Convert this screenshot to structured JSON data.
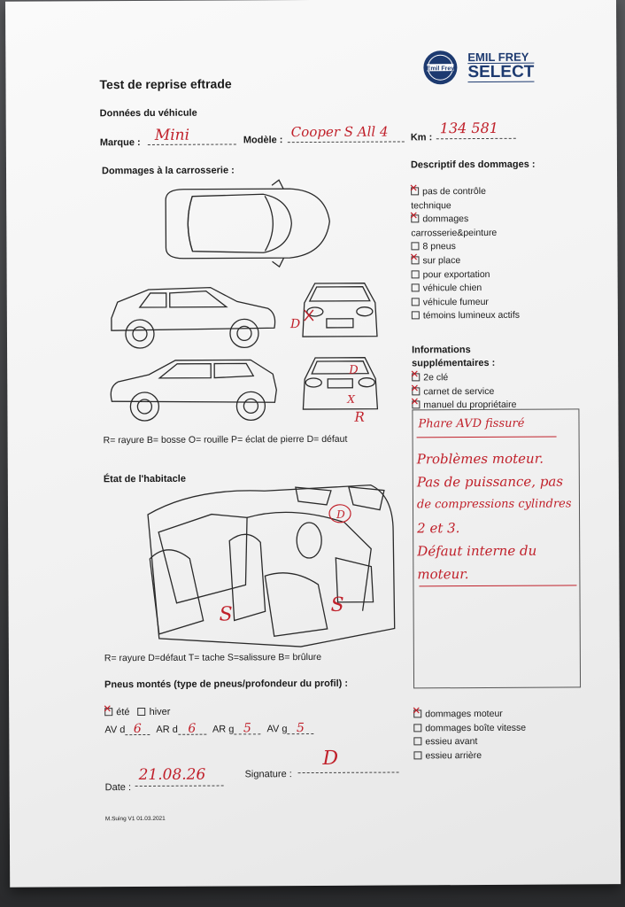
{
  "brand": {
    "circle_text": "Emil Frey",
    "name_line1": "EMIL FREY",
    "name_line2": "SELECT",
    "color": "#1d3a70"
  },
  "form": {
    "title": "Test de reprise eftrade",
    "vehicle_section": "Données du véhicule",
    "marque_label": "Marque :",
    "marque_value": "Mini",
    "modele_label": "Modèle :",
    "modele_value": "Cooper S All 4",
    "km_label": "Km :",
    "km_value": "134 581",
    "body_damage_title": "Dommages à la carrosserie :",
    "body_marks": {
      "front_d": "D",
      "rear_d": "D",
      "rear_x": "X",
      "rear_r": "R"
    },
    "body_legend": "R= rayure B= bosse O= rouille P= éclat de pierre D= défaut",
    "interior_title": "État de l'habitacle",
    "interior_marks": {
      "mark_d": "D",
      "mark_s1": "S",
      "mark_s2": "S"
    },
    "interior_legend": "R= rayure D=défaut T= tache S=salissure B= brûlure",
    "tires_title": "Pneus montés (type de pneus/profondeur du profil) :",
    "tire_summer": "été",
    "tire_winter": "hiver",
    "av_d_label": "AV d",
    "av_d_value": "6",
    "ar_d_label": "AR d",
    "ar_d_value": "6",
    "ar_g_label": "AR g",
    "ar_g_value": "5",
    "av_g_label": "AV g",
    "av_g_value": "5",
    "date_label": "Date :",
    "date_value": "21.08.26",
    "signature_label": "Signature :",
    "signature_value": "D",
    "footer": "M.Suing V1 01.03.2021"
  },
  "damage_desc": {
    "title": "Descriptif des dommages :",
    "items": [
      {
        "label": "pas de contrôle",
        "label2": "technique",
        "checked": true
      },
      {
        "label": "dommages",
        "label2": "carrosserie&peinture",
        "checked": true
      },
      {
        "label": "8 pneus",
        "label2": "",
        "checked": false
      },
      {
        "label": "sur place",
        "label2": "",
        "checked": true
      },
      {
        "label": "pour exportation",
        "label2": "",
        "checked": false
      },
      {
        "label": "véhicule chien",
        "label2": "",
        "checked": false
      },
      {
        "label": "véhicule fumeur",
        "label2": "",
        "checked": false
      },
      {
        "label": "témoins lumineux actifs",
        "label2": "",
        "checked": false
      }
    ]
  },
  "extra_info": {
    "title_line1": "Informations",
    "title_line2": "supplémentaires :",
    "items": [
      {
        "label": "2e clé",
        "checked": true
      },
      {
        "label": "carnet de service",
        "checked": true
      },
      {
        "label": "manuel du propriétaire",
        "checked": true
      }
    ]
  },
  "notes": {
    "line1": "Phare AVD fissuré",
    "line2": "Problèmes moteur.",
    "line3": "Pas de puissance, pas",
    "line4": "de compressions cylindres",
    "line5": "2 et 3.",
    "line6": "Défaut interne du",
    "line7": "moteur."
  },
  "mech_damage": {
    "items": [
      {
        "label": "dommages moteur",
        "checked": true
      },
      {
        "label": "dommages boîte vitesse",
        "checked": false
      },
      {
        "label": "essieu avant",
        "checked": false
      },
      {
        "label": "essieu arrière",
        "checked": false
      }
    ]
  },
  "colors": {
    "ink": "#c0202a",
    "paper": "#f5f5f5"
  }
}
